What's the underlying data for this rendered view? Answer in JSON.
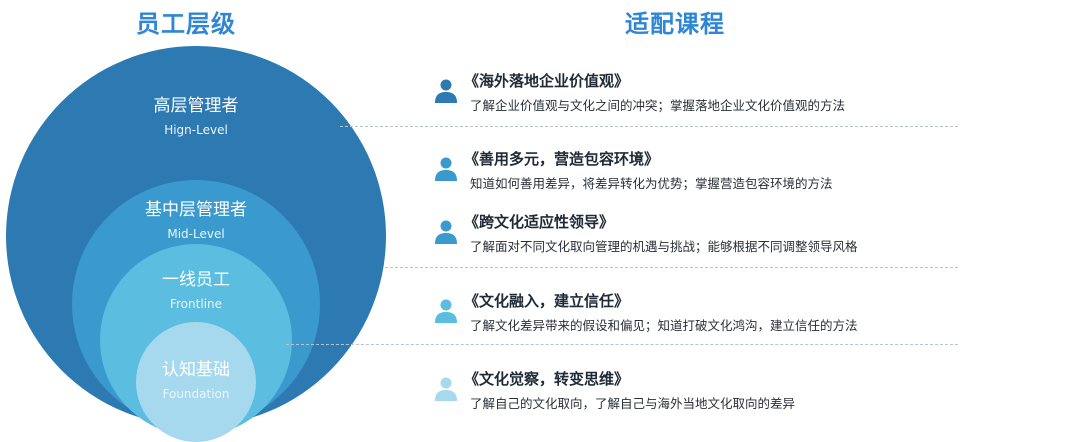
{
  "headers": {
    "levels": "员工层级",
    "courses": "适配课程"
  },
  "levels": [
    {
      "cn": "高层管理者",
      "en": "Hign-Level",
      "color": "#2d7ab3"
    },
    {
      "cn": "基中层管理者",
      "en": "Mid-Level",
      "color": "#3a9ace"
    },
    {
      "cn": "一线员工",
      "en": "Frontline",
      "color": "#5bbde0"
    },
    {
      "cn": "认知基础",
      "en": "Foundation",
      "color": "#a7d9ee"
    }
  ],
  "courses": [
    {
      "title": "《海外落地企业价值观》",
      "desc": "了解企业价值观与文化之间的冲突；掌握落地企业文化价值观的方法",
      "icon": "person-icon",
      "color": "#2d7ab3"
    },
    {
      "title": "《善用多元，营造包容环境》",
      "desc": "知道如何善用差异，将差异转化为优势；掌握营造包容环境的方法",
      "icon": "person-icon",
      "color": "#3a9ace"
    },
    {
      "title": "《跨文化适应性领导》",
      "desc": "了解面对不同文化取向管理的机遇与挑战；能够根据不同调整领导风格",
      "icon": "person-icon",
      "color": "#3a9ace"
    },
    {
      "title": "《文化融入，建立信任》",
      "desc": "了解文化差异带来的假设和偏见；知道打破文化鸿沟，建立信任的方法",
      "icon": "person-icon",
      "color": "#5bbde0"
    },
    {
      "title": "《文化觉察，转变思维》",
      "desc": "了解自己的文化取向，了解自己与海外当地文化取向的差异",
      "icon": "person-icon",
      "color": "#a7d9ee"
    }
  ]
}
